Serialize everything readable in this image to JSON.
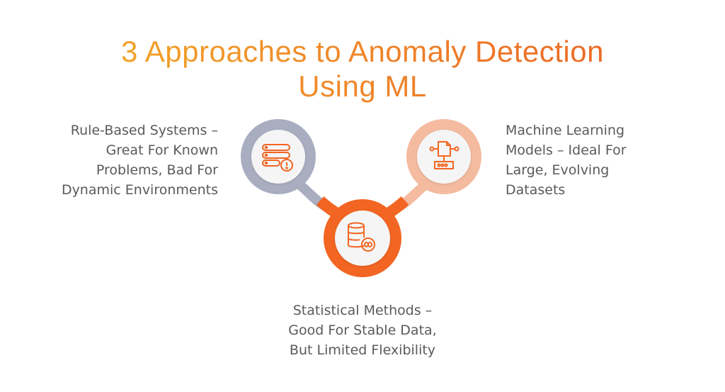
{
  "title": {
    "line1": "3 Approaches to Anomaly Detection",
    "line2": "Using ML"
  },
  "nodes": [
    {
      "id": "rule-based",
      "label": "Rule-Based Systems –\nGreat For Known\nProblems, Bad For\nDynamic Environments",
      "ring_color": "#a8adc0",
      "icon": "server-alert-icon"
    },
    {
      "id": "statistical",
      "label": "Statistical Methods –\nGood For Stable Data,\nBut Limited Flexibility",
      "ring_color": "#f26522",
      "icon": "database-infinity-icon"
    },
    {
      "id": "ml-models",
      "label": "Machine Learning\nModels – Ideal For\nLarge, Evolving\nDatasets",
      "ring_color": "#f4bba0",
      "icon": "network-document-icon"
    }
  ],
  "colors": {
    "accent": "#f26522",
    "gray_ring": "#a8adc0",
    "peach_ring": "#f4bba0",
    "inner_fill": "#f5f5f5",
    "text": "#5a5a5a",
    "title_gradient_start": "#f3b027",
    "title_gradient_end": "#ea5b23"
  }
}
